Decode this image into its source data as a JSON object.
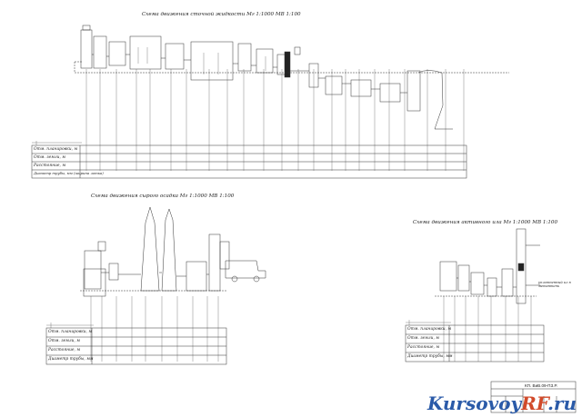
{
  "schemes": {
    "wastewater": {
      "title": "Схема движения сточной жидкости Мг 1:1000 МВ 1:100",
      "rows": [
        "Отм. планировки, м",
        "Отм. земли, м",
        "Расстояние, м",
        "Диаметр трубы, мм (ширина лотка)"
      ]
    },
    "raw_sludge": {
      "title": "Схема движения сырого осадка Мг 1:1000 МВ 1:100",
      "rows": [
        "Отм. планировки, м",
        "Отм. земли, м",
        "Расстояние, м",
        "Диаметр трубы, мм"
      ]
    },
    "activated_sludge": {
      "title": "Схема движения активного ила Мг 1:1000 МВ 1:100",
      "rows": [
        "Отм. планировки, м",
        "Отм. земли, м",
        "Расстояние, м",
        "Диаметр трубы, мм"
      ],
      "callout": "уплотненный ил в метантенк"
    }
  },
  "stamp": {
    "code": "КП. ВиВ.09-ПЗ.Р."
  },
  "watermark": {
    "part1": "Kursovoy",
    "part2": "RF",
    "part3": ".ru"
  }
}
